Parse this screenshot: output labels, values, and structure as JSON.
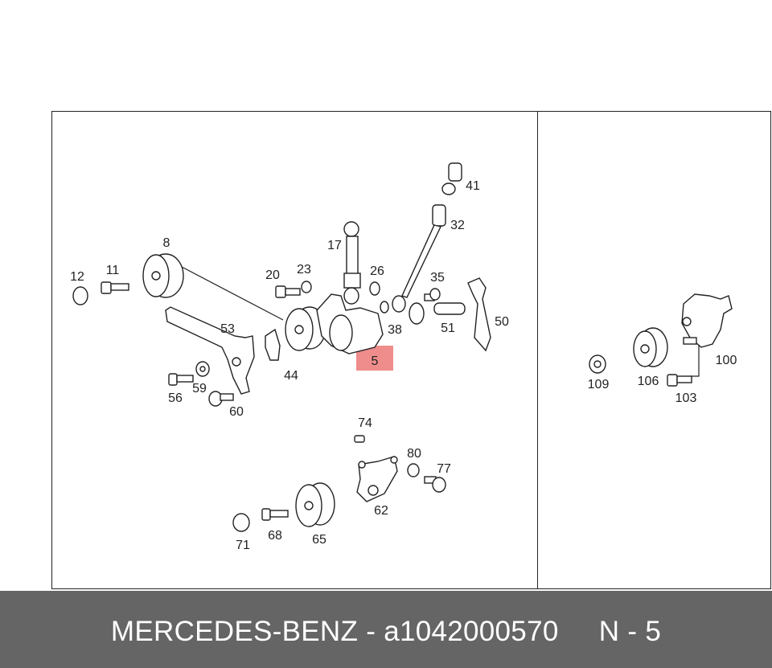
{
  "diagram": {
    "highlighted_part": "5",
    "labels": [
      "8",
      "12",
      "11",
      "20",
      "23",
      "17",
      "26",
      "41",
      "32",
      "35",
      "51",
      "50",
      "38",
      "53",
      "44",
      "56",
      "59",
      "60",
      "74",
      "80",
      "77",
      "62",
      "71",
      "68",
      "65",
      "109",
      "106",
      "103",
      "100"
    ]
  },
  "footer": {
    "brand": "MERCEDES-BENZ",
    "separator": "-",
    "part_number": "a1042000570",
    "position_label": "N - 5"
  },
  "colors": {
    "highlight": "#ef8c8c",
    "footer_bg": "#656565",
    "footer_text": "#ffffff"
  }
}
